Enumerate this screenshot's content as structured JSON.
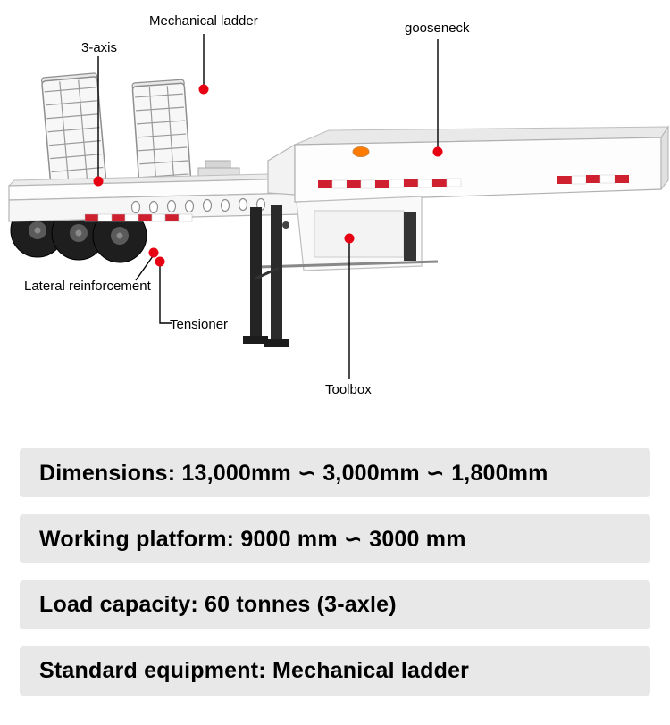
{
  "figure": {
    "callouts": [
      {
        "id": "mechanical-ladder",
        "label": "Mechanical ladder"
      },
      {
        "id": "three-axis",
        "label": "3-axis"
      },
      {
        "id": "gooseneck",
        "label": "gooseneck"
      },
      {
        "id": "lateral-reinforcement",
        "label": "Lateral reinforcement"
      },
      {
        "id": "tensioner",
        "label": "Tensioner"
      },
      {
        "id": "toolbox",
        "label": "Toolbox"
      }
    ],
    "marker_color": "#e60012",
    "leader_line_color": "#000000",
    "trailer_body_color": "#fdfdfd",
    "subject": "3-axle lowbed semi-trailer"
  },
  "specs": {
    "bar_color": "#e8e8e8",
    "rows": [
      {
        "text": "Dimensions: 13,000mm ∽ 3,000mm ∽ 1,800mm"
      },
      {
        "text": "Working platform: 9000 mm ∽ 3000 mm"
      },
      {
        "text": "Load capacity: 60 tonnes (3-axle)"
      },
      {
        "text": "Standard equipment: Mechanical ladder"
      }
    ]
  }
}
